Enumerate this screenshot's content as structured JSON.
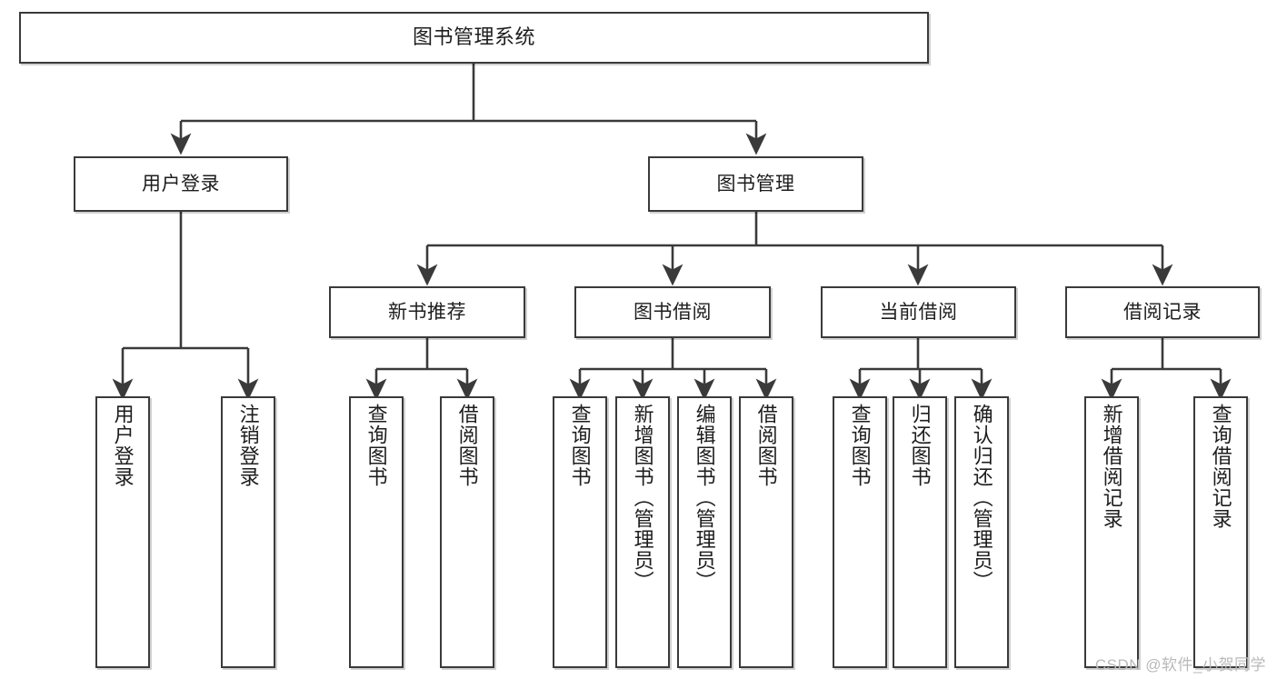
{
  "diagram": {
    "title": "图书管理系统",
    "type": "tree-hierarchy-chart",
    "orientation": "top-down",
    "stroke_color": "#3a3a3a",
    "fill_color": "#ffffff",
    "text_color": "#1d1d1d"
  },
  "nodes": {
    "root": {
      "label": "图书管理系统",
      "level": 1
    },
    "login": {
      "label": "用户登录",
      "level": 2
    },
    "book_mgmt": {
      "label": "图书管理",
      "level": 2
    },
    "new_book_rec": {
      "label": "新书推荐",
      "level": 3
    },
    "book_borrow": {
      "label": "图书借阅",
      "level": 3
    },
    "current_borrow": {
      "label": "当前借阅",
      "level": 3
    },
    "borrow_record": {
      "label": "借阅记录",
      "level": 3
    },
    "leaf_user_login": {
      "label": "用户登录",
      "level": 4,
      "parent": "login"
    },
    "leaf_logout_login": {
      "label": "注销登录",
      "level": 4,
      "parent": "login"
    },
    "leaf_query_book_a": {
      "label": "查询图书",
      "level": 4,
      "parent": "new_book_rec"
    },
    "leaf_borrow_book_a": {
      "label": "借阅图书",
      "level": 4,
      "parent": "new_book_rec"
    },
    "leaf_query_book_b": {
      "label": "查询图书",
      "level": 4,
      "parent": "book_borrow"
    },
    "leaf_add_book": {
      "label": "新增图书（管理员）",
      "level": 4,
      "parent": "book_borrow"
    },
    "leaf_edit_book": {
      "label": "编辑图书（管理员）",
      "level": 4,
      "parent": "book_borrow"
    },
    "leaf_borrow_book_b": {
      "label": "借阅图书",
      "level": 4,
      "parent": "book_borrow"
    },
    "leaf_query_book_c": {
      "label": "查询图书",
      "level": 4,
      "parent": "current_borrow"
    },
    "leaf_return_book": {
      "label": "归还图书",
      "level": 4,
      "parent": "current_borrow"
    },
    "leaf_confirm_return": {
      "label": "确认归还（管理员）",
      "level": 4,
      "parent": "current_borrow"
    },
    "leaf_add_record": {
      "label": "新增借阅记录",
      "level": 4,
      "parent": "borrow_record"
    },
    "leaf_query_record": {
      "label": "查询借阅记录",
      "level": 4,
      "parent": "borrow_record"
    }
  },
  "watermark": {
    "text": "CSDN @软件_小贺同学"
  }
}
